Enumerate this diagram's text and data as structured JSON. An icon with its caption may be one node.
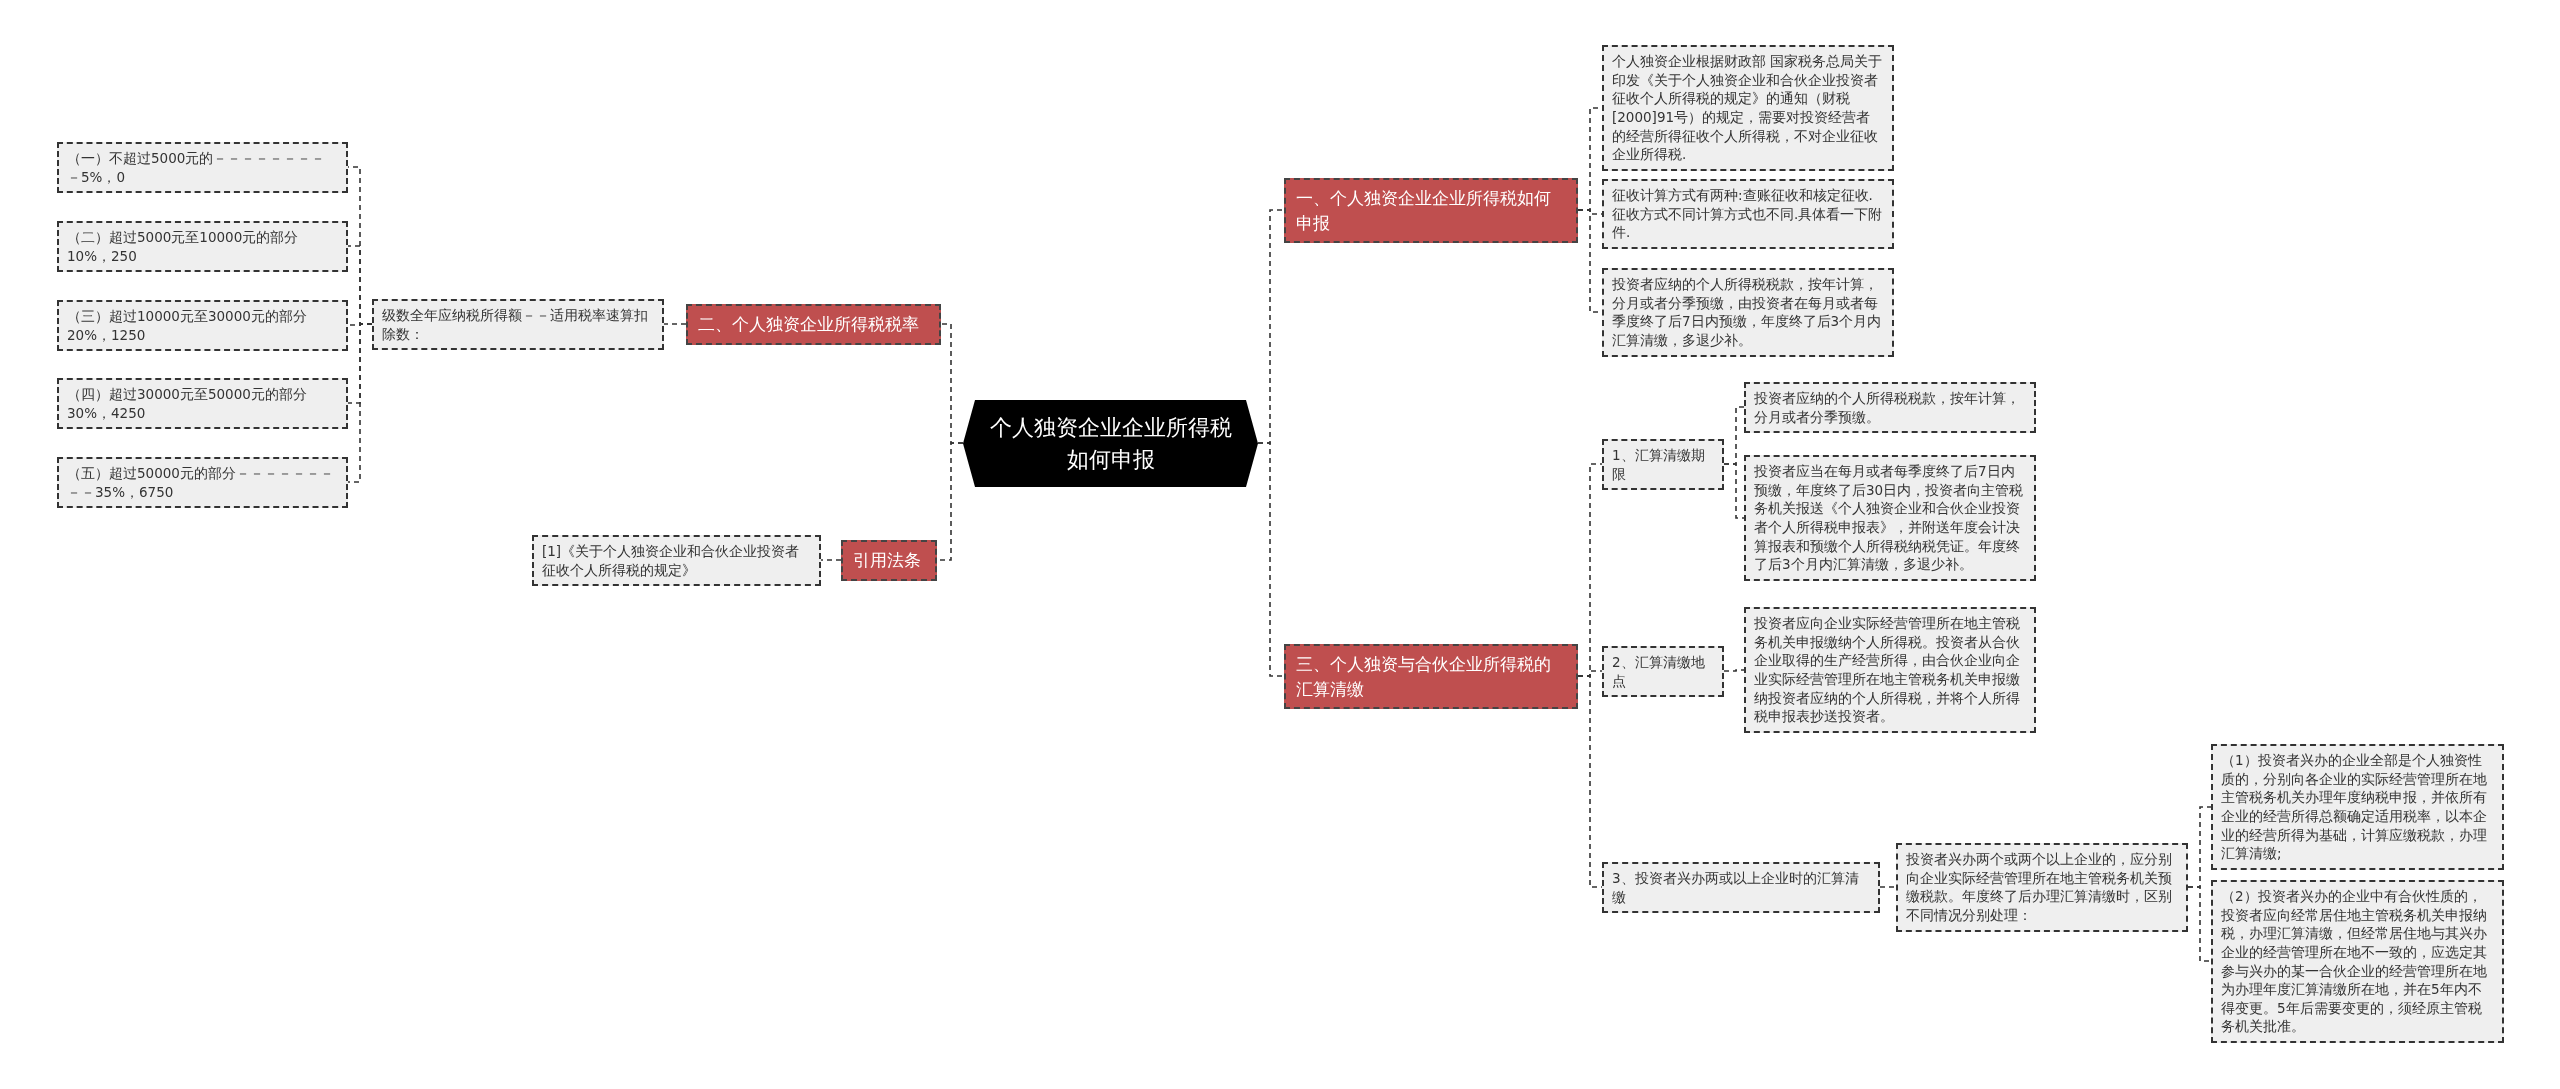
{
  "diagram": {
    "nodes": [
      {
        "text": [
          "个人独资企业企业所得税如何申报"
        ]
      },
      {
        "text": [
          "一、个人独资企业企业所得税如何申报"
        ]
      },
      {
        "text": [
          "个人独资企业根据财政部 国家税务总局关于印发《关于个人独资企业和合伙企业投资者征收个人所得税的规定》的通知（财税[2000]91号）的规定，需要对投资经营者的经营所得征收个人所得税，不对企业征收企业所得税."
        ]
      },
      {
        "text": [
          "征收计算方式有两种:查账征收和核定征收.征收方式不同计算方式也不同.具体看一下附件."
        ]
      },
      {
        "text": [
          "投资者应纳的个人所得税税款，按年计算，分月或者分季预缴，由投资者在每月或者每季度终了后7日内预缴，年度终了后3个月内汇算清缴，多退少补。"
        ]
      },
      {
        "text": [
          "三、个人独资与合伙企业所得税的汇算清缴"
        ]
      },
      {
        "text": [
          "1、汇算清缴期限"
        ]
      },
      {
        "text": [
          "投资者应纳的个人所得税税款，按年计算，分月或者分季预缴。"
        ]
      },
      {
        "text": [
          "投资者应当在每月或者每季度终了后7日内预缴，年度终了后30日内，投资者向主管税务机关报送《个人独资企业和合伙企业投资者个人所得税申报表》，并附送年度会计决算报表和预缴个人所得税纳税凭证。年度终了后3个月内汇算清缴，多退少补。"
        ]
      },
      {
        "text": [
          "2、汇算清缴地点"
        ]
      },
      {
        "text": [
          "投资者应向企业实际经营管理所在地主管税务机关申报缴纳个人所得税。投资者从合伙企业取得的生产经营所得，由合伙企业向企业实际经营管理所在地主管税务机关申报缴纳投资者应纳的个人所得税，并将个人所得税申报表抄送投资者。"
        ]
      },
      {
        "text": [
          "3、投资者兴办两或以上企业时的汇算清缴"
        ]
      },
      {
        "text": [
          "投资者兴办两个或两个以上企业的，应分别向企业实际经营管理所在地主管税务机关预缴税款。年度终了后办理汇算清缴时，区别不同情况分别处理："
        ]
      },
      {
        "text": [
          "（1）投资者兴办的企业全部是个人独资性质的，分别向各企业的实际经营管理所在地主管税务机关办理年度纳税申报，并依所有企业的经营所得总额确定适用税率，以本企业的经营所得为基础，计算应缴税款，办理汇算清缴;"
        ]
      },
      {
        "text": [
          "（2）投资者兴办的企业中有合伙性质的，投资者应向经常居住地主管税务机关申报纳税，办理汇算清缴，但经常居住地与其兴办企业的经营管理所在地不一致的，应选定其参与兴办的某一合伙企业的经营管理所在地为办理年度汇算清缴所在地，并在5年内不得变更。5年后需要变更的，须经原主管税务机关批准。"
        ]
      },
      {
        "text": [
          "二、个人独资企业所得税税率"
        ]
      },
      {
        "text": [
          "级数全年应纳税所得额－－适用税率速算扣除数："
        ]
      },
      {
        "text": [
          "（一）不超过5000元的－－－－－－－－－5%，0"
        ]
      },
      {
        "text": [
          "（二）超过5000元至10000元的部分10%，250"
        ]
      },
      {
        "text": [
          "（三）超过10000元至30000元的部分20%，1250"
        ]
      },
      {
        "text": [
          "（四）超过30000元至50000元的部分30%，4250"
        ]
      },
      {
        "text": [
          "（五）超过50000元的部分－－－－－－－－－35%，6750"
        ]
      },
      {
        "text": [
          "引用法条"
        ]
      },
      {
        "text": [
          "[1]《关于个人独资企业和合伙企业投资者征收个人所得税的规定》"
        ]
      }
    ],
    "edges": [
      {
        "from": 0,
        "to": 1,
        "arrow": "none"
      },
      {
        "from": 1,
        "to": 2,
        "arrow": "none"
      },
      {
        "from": 1,
        "to": 3,
        "arrow": "none"
      },
      {
        "from": 1,
        "to": 4,
        "arrow": "none"
      },
      {
        "from": 0,
        "to": 5,
        "arrow": "none"
      },
      {
        "from": 5,
        "to": 6,
        "arrow": "none"
      },
      {
        "from": 6,
        "to": 7,
        "arrow": "none"
      },
      {
        "from": 6,
        "to": 8,
        "arrow": "none"
      },
      {
        "from": 5,
        "to": 9,
        "arrow": "none"
      },
      {
        "from": 9,
        "to": 10,
        "arrow": "none"
      },
      {
        "from": 5,
        "to": 11,
        "arrow": "none"
      },
      {
        "from": 11,
        "to": 12,
        "arrow": "none"
      },
      {
        "from": 12,
        "to": 13,
        "arrow": "none"
      },
      {
        "from": 12,
        "to": 14,
        "arrow": "none"
      },
      {
        "from": 0,
        "to": 15,
        "arrow": "none"
      },
      {
        "from": 15,
        "to": 16,
        "arrow": "none"
      },
      {
        "from": 16,
        "to": 17,
        "arrow": "none"
      },
      {
        "from": 16,
        "to": 18,
        "arrow": "none"
      },
      {
        "from": 16,
        "to": 19,
        "arrow": "none"
      },
      {
        "from": 16,
        "to": 20,
        "arrow": "none"
      },
      {
        "from": 16,
        "to": 21,
        "arrow": "none"
      },
      {
        "from": 0,
        "to": 22,
        "arrow": "none"
      },
      {
        "from": 22,
        "to": 23,
        "arrow": "none"
      }
    ]
  }
}
